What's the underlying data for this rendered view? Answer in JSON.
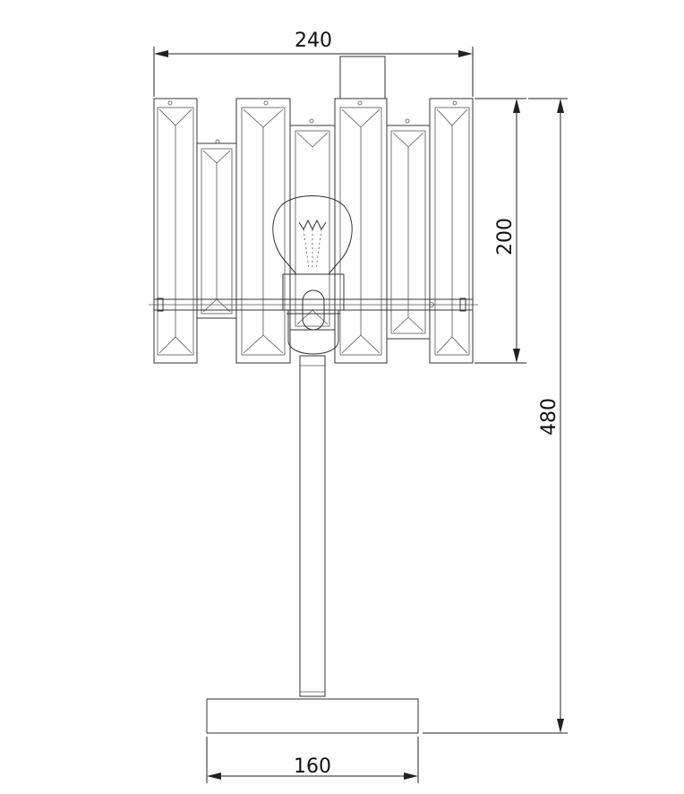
{
  "dimensions": {
    "shade_width": "240",
    "shade_height": "200",
    "total_height": "480",
    "base_width": "160"
  },
  "colors": {
    "line": "#333333",
    "background": "#ffffff"
  }
}
